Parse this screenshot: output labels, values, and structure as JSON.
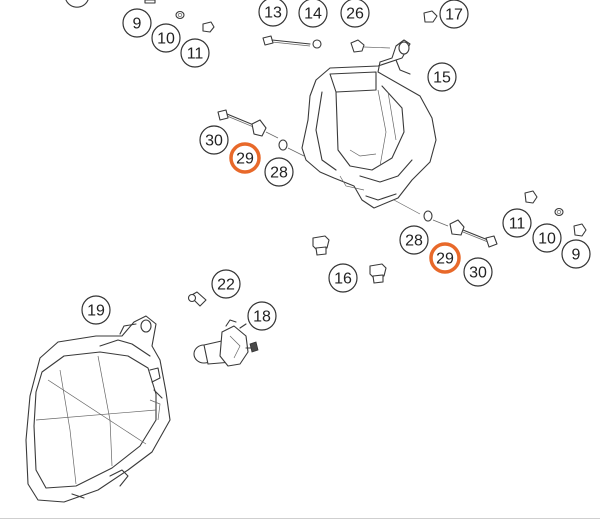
{
  "diagram": {
    "highlight_color": "#e8692a",
    "callouts": [
      {
        "label": "9",
        "highlight": false
      },
      {
        "label": "10",
        "highlight": false
      },
      {
        "label": "11",
        "highlight": false
      },
      {
        "label": "13",
        "highlight": false
      },
      {
        "label": "14",
        "highlight": false
      },
      {
        "label": "26",
        "highlight": false
      },
      {
        "label": "17",
        "highlight": false
      },
      {
        "label": "15",
        "highlight": false
      },
      {
        "label": "30",
        "highlight": false
      },
      {
        "label": "29",
        "highlight": true
      },
      {
        "label": "28",
        "highlight": false
      },
      {
        "label": "11",
        "highlight": false
      },
      {
        "label": "10",
        "highlight": false
      },
      {
        "label": "9",
        "highlight": false
      },
      {
        "label": "28",
        "highlight": false
      },
      {
        "label": "29",
        "highlight": true
      },
      {
        "label": "30",
        "highlight": false
      },
      {
        "label": "16",
        "highlight": false
      },
      {
        "label": "22",
        "highlight": false
      },
      {
        "label": "19",
        "highlight": false
      },
      {
        "label": "18",
        "highlight": false
      }
    ]
  }
}
